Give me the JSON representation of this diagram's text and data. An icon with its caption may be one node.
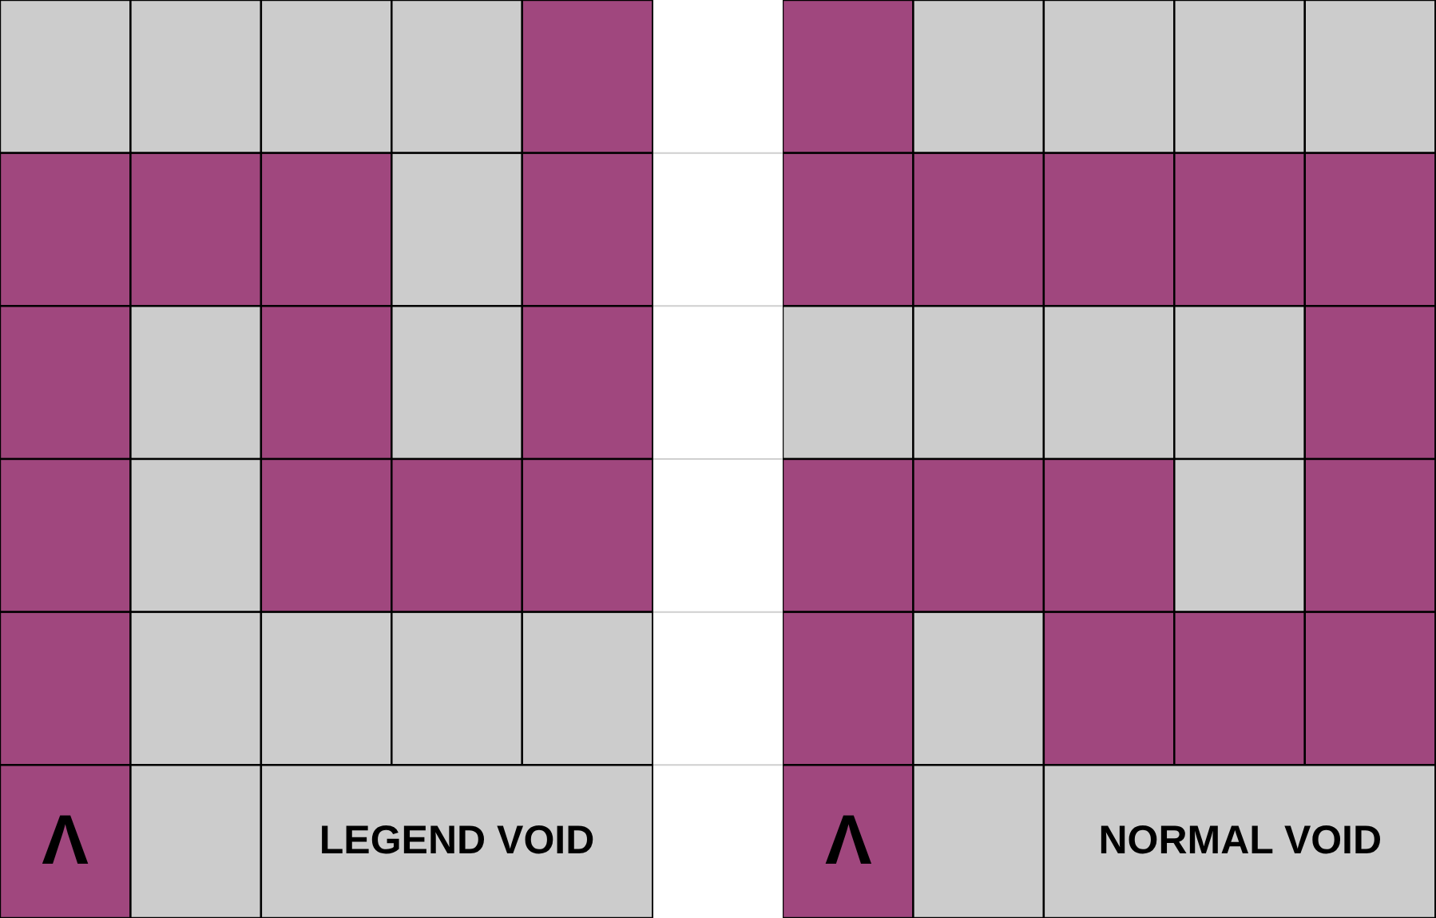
{
  "diagram": {
    "labels": [
      "Λ",
      "LEGEND VOID",
      "Λ",
      "NORMAL VOID"
    ]
  }
}
